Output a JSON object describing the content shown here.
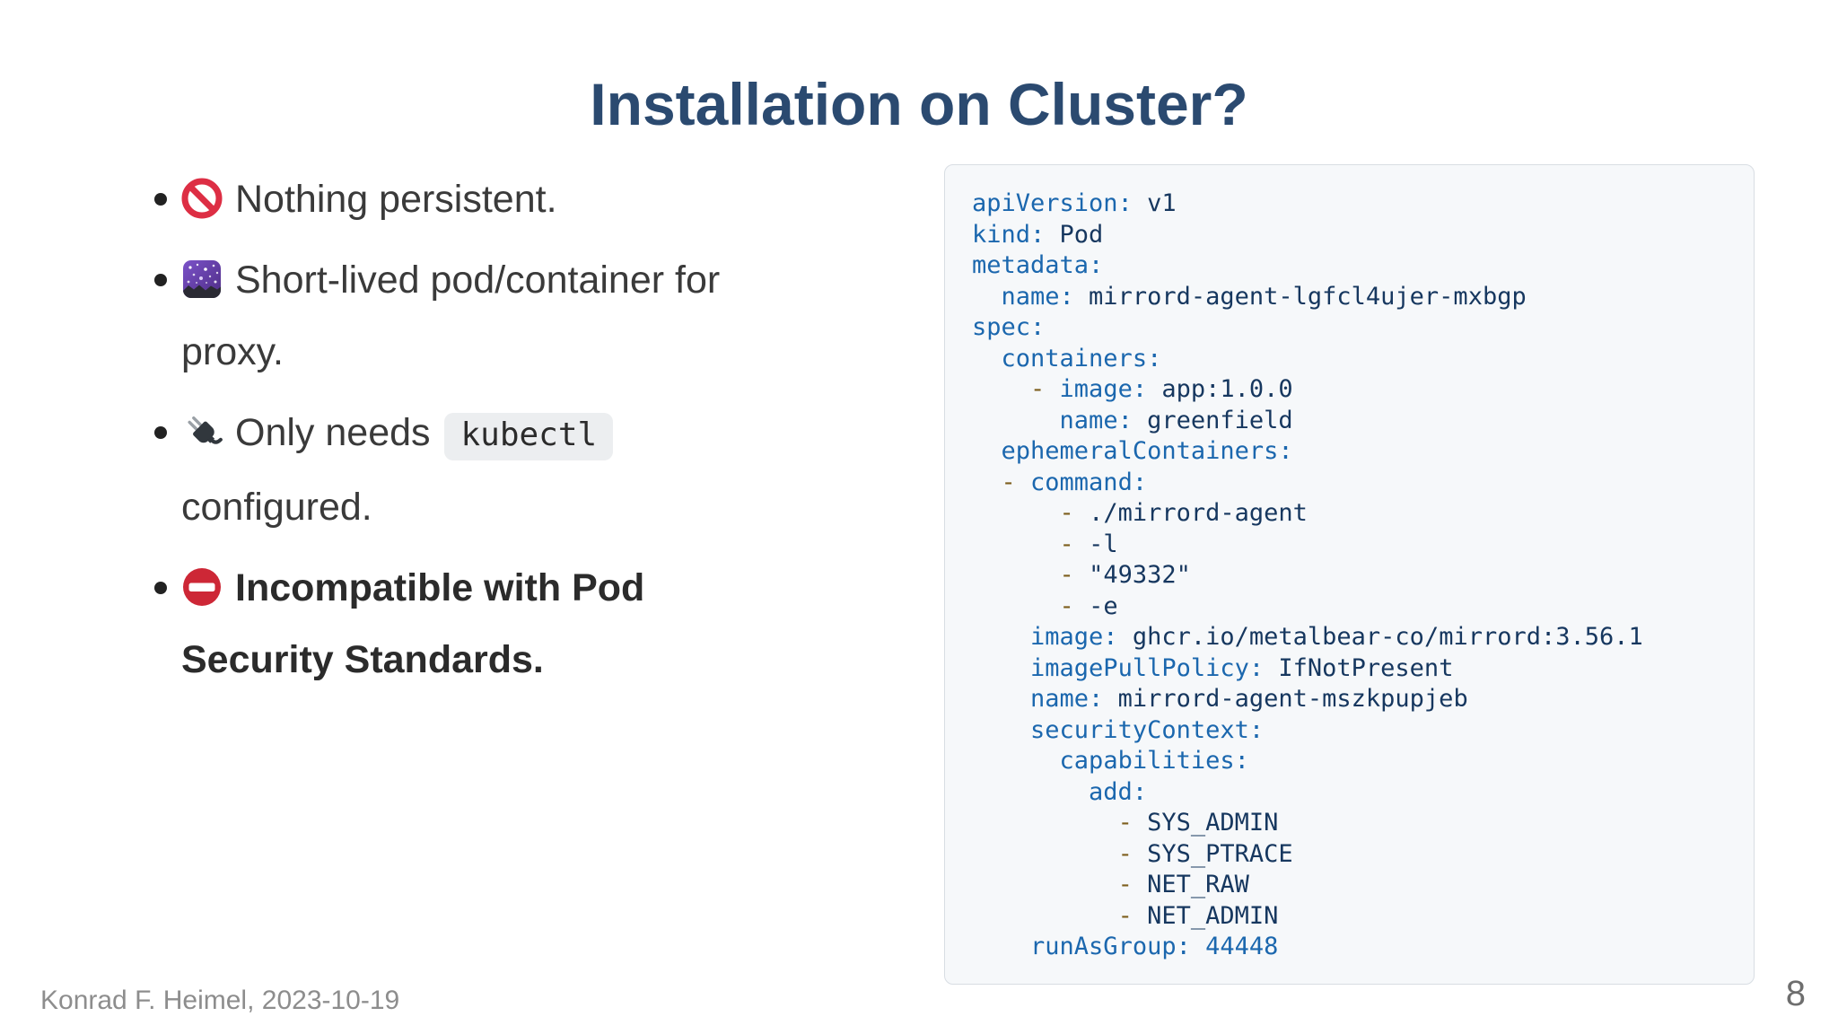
{
  "slide": {
    "title": "Installation on Cluster?",
    "footer": "Konrad F. Heimel, 2023-10-19",
    "page_number": "8"
  },
  "bullets": [
    {
      "icon": "prohibited-icon",
      "bold": false,
      "segments": [
        {
          "type": "text",
          "text": "Nothing persistent."
        }
      ]
    },
    {
      "icon": "milky-way-icon",
      "bold": false,
      "segments": [
        {
          "type": "text",
          "text": "Short-lived pod/container for"
        },
        {
          "type": "br"
        },
        {
          "type": "text",
          "text": "proxy."
        }
      ]
    },
    {
      "icon": "plug-icon",
      "bold": false,
      "segments": [
        {
          "type": "text",
          "text": "Only needs "
        },
        {
          "type": "code",
          "text": "kubectl"
        },
        {
          "type": "br"
        },
        {
          "type": "text",
          "text": "configured."
        }
      ]
    },
    {
      "icon": "no-entry-icon",
      "bold": true,
      "segments": [
        {
          "type": "text",
          "text": "Incompatible with Pod"
        },
        {
          "type": "br"
        },
        {
          "type": "text",
          "text": "Security Standards."
        }
      ]
    }
  ],
  "code_block": {
    "language": "yaml",
    "lines": [
      [
        [
          "k",
          "apiVersion:"
        ],
        [
          "v",
          " v1"
        ]
      ],
      [
        [
          "k",
          "kind:"
        ],
        [
          "v",
          " Pod"
        ]
      ],
      [
        [
          "k",
          "metadata:"
        ]
      ],
      [
        [
          "p",
          "  "
        ],
        [
          "k",
          "name:"
        ],
        [
          "v",
          " mirrord-agent-lgfcl4ujer-mxbgp"
        ]
      ],
      [
        [
          "k",
          "spec:"
        ]
      ],
      [
        [
          "p",
          "  "
        ],
        [
          "k",
          "containers:"
        ]
      ],
      [
        [
          "p",
          "    "
        ],
        [
          "d",
          "- "
        ],
        [
          "k",
          "image:"
        ],
        [
          "v",
          " app:1.0.0"
        ]
      ],
      [
        [
          "p",
          "      "
        ],
        [
          "k",
          "name:"
        ],
        [
          "v",
          " greenfield"
        ]
      ],
      [
        [
          "p",
          "  "
        ],
        [
          "k",
          "ephemeralContainers:"
        ]
      ],
      [
        [
          "p",
          "  "
        ],
        [
          "d",
          "- "
        ],
        [
          "k",
          "command:"
        ]
      ],
      [
        [
          "p",
          "      "
        ],
        [
          "d",
          "- "
        ],
        [
          "v",
          "./mirrord-agent"
        ]
      ],
      [
        [
          "p",
          "      "
        ],
        [
          "d",
          "- "
        ],
        [
          "v",
          "-l"
        ]
      ],
      [
        [
          "p",
          "      "
        ],
        [
          "d",
          "- "
        ],
        [
          "v",
          "\"49332\""
        ]
      ],
      [
        [
          "p",
          "      "
        ],
        [
          "d",
          "- "
        ],
        [
          "v",
          "-e"
        ]
      ],
      [
        [
          "p",
          "    "
        ],
        [
          "k",
          "image:"
        ],
        [
          "v",
          " ghcr.io/metalbear-co/mirrord:3.56.1"
        ]
      ],
      [
        [
          "p",
          "    "
        ],
        [
          "k",
          "imagePullPolicy:"
        ],
        [
          "v",
          " IfNotPresent"
        ]
      ],
      [
        [
          "p",
          "    "
        ],
        [
          "k",
          "name:"
        ],
        [
          "v",
          " mirrord-agent-mszkpupjeb"
        ]
      ],
      [
        [
          "p",
          "    "
        ],
        [
          "k",
          "securityContext:"
        ]
      ],
      [
        [
          "p",
          "      "
        ],
        [
          "k",
          "capabilities:"
        ]
      ],
      [
        [
          "p",
          "        "
        ],
        [
          "k",
          "add:"
        ]
      ],
      [
        [
          "p",
          "          "
        ],
        [
          "d",
          "- "
        ],
        [
          "v",
          "SYS_ADMIN"
        ]
      ],
      [
        [
          "p",
          "          "
        ],
        [
          "d",
          "- "
        ],
        [
          "v",
          "SYS_PTRACE"
        ]
      ],
      [
        [
          "p",
          "          "
        ],
        [
          "d",
          "- "
        ],
        [
          "v",
          "NET_RAW"
        ]
      ],
      [
        [
          "p",
          "          "
        ],
        [
          "d",
          "- "
        ],
        [
          "v",
          "NET_ADMIN"
        ]
      ],
      [
        [
          "p",
          "    "
        ],
        [
          "k",
          "runAsGroup:"
        ],
        [
          "n",
          " 44448"
        ]
      ]
    ]
  },
  "colors": {
    "title": "#2b4a70",
    "body_text": "#3a3a3a",
    "code_key": "#1b67ae",
    "code_value": "#16375f",
    "code_dash": "#7d5f1d",
    "code_number": "#1b67ae",
    "code_bg": "#f6f8fa",
    "code_border": "#d8dde3",
    "chip_bg": "#eceef0",
    "footer_gray": "#8d8d8d",
    "no_red": "#dd2e44",
    "noentry_red": "#cd2736"
  }
}
